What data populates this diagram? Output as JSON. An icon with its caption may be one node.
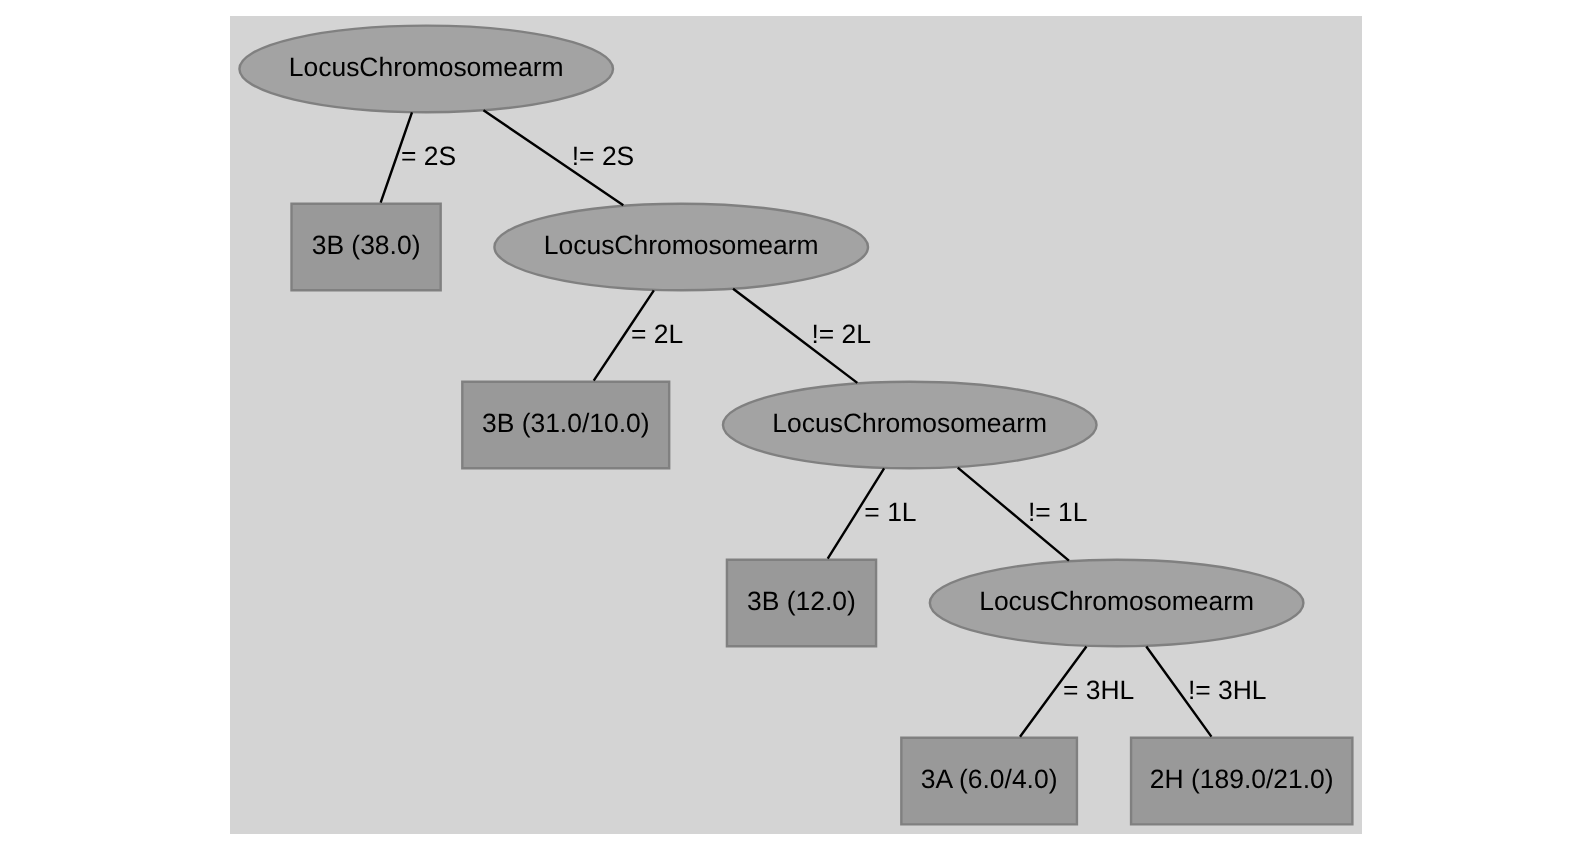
{
  "diagram": {
    "nodes": [
      {
        "text": [
          "LocusChromosomearm"
        ]
      },
      {
        "text": [
          "3B (38.0)"
        ]
      },
      {
        "text": [
          "LocusChromosomearm"
        ]
      },
      {
        "text": [
          "3B (31.0/10.0)"
        ]
      },
      {
        "text": [
          "LocusChromosomearm"
        ]
      },
      {
        "text": [
          "3B (12.0)"
        ]
      },
      {
        "text": [
          "LocusChromosomearm"
        ]
      },
      {
        "text": [
          "3A (6.0/4.0)"
        ]
      },
      {
        "text": [
          "2H (189.0/21.0)"
        ]
      }
    ],
    "edges": [
      {
        "from": 0,
        "to": 1,
        "arrow": "none",
        "label": "= 2S"
      },
      {
        "from": 0,
        "to": 2,
        "arrow": "none",
        "label": "!= 2S"
      },
      {
        "from": 2,
        "to": 3,
        "arrow": "none",
        "label": "= 2L"
      },
      {
        "from": 2,
        "to": 4,
        "arrow": "none",
        "label": "!= 2L"
      },
      {
        "from": 4,
        "to": 5,
        "arrow": "none",
        "label": "= 1L"
      },
      {
        "from": 4,
        "to": 6,
        "arrow": "none",
        "label": "!= 1L"
      },
      {
        "from": 6,
        "to": 7,
        "arrow": "none",
        "label": "= 3HL"
      },
      {
        "from": 6,
        "to": 8,
        "arrow": "none",
        "label": "!= 3HL"
      }
    ]
  }
}
